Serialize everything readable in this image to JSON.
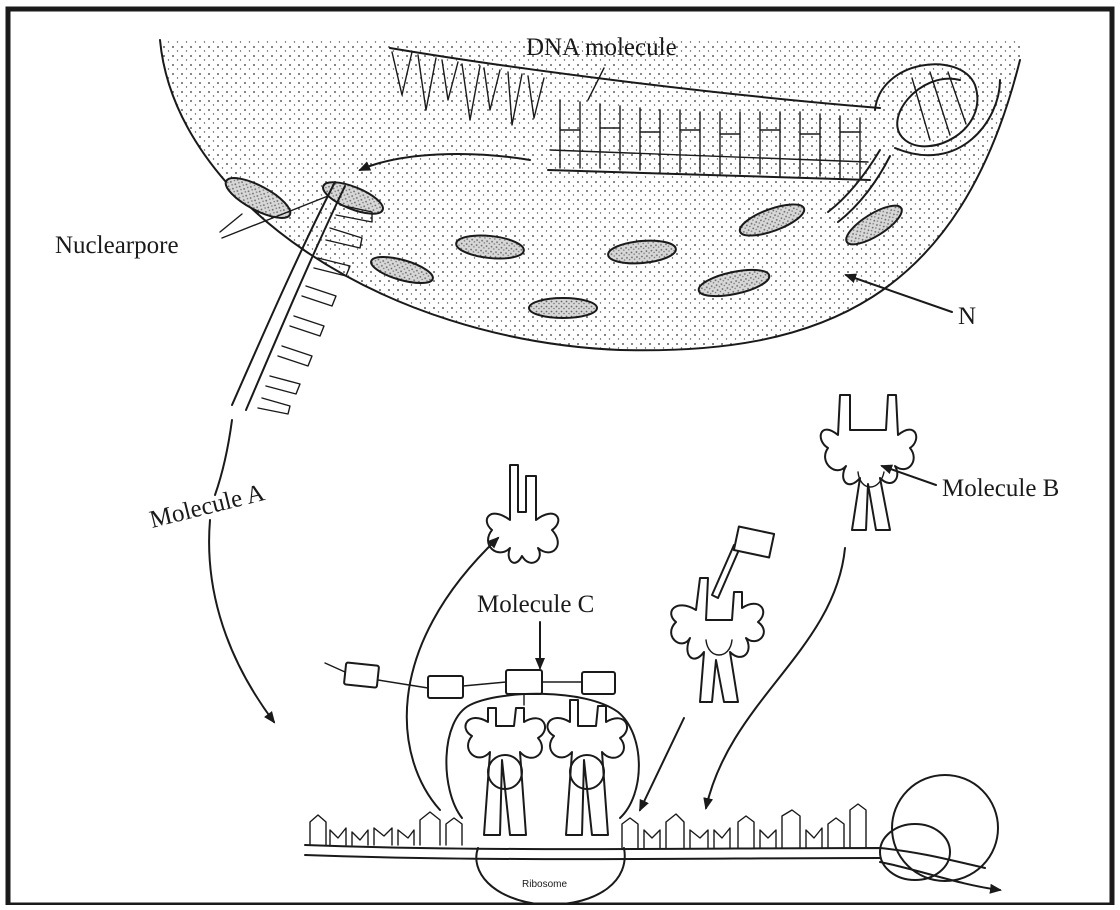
{
  "labels": {
    "dna_molecule": "DNA molecule",
    "nuclearpore": "Nuclearpore",
    "n": "N",
    "molecule_a": "Molecule A",
    "molecule_b": "Molecule B",
    "molecule_c": "Molecule C",
    "ribosome": "Ribosome"
  },
  "colors": {
    "ink": "#1a1a1a",
    "background": "#ffffff"
  }
}
